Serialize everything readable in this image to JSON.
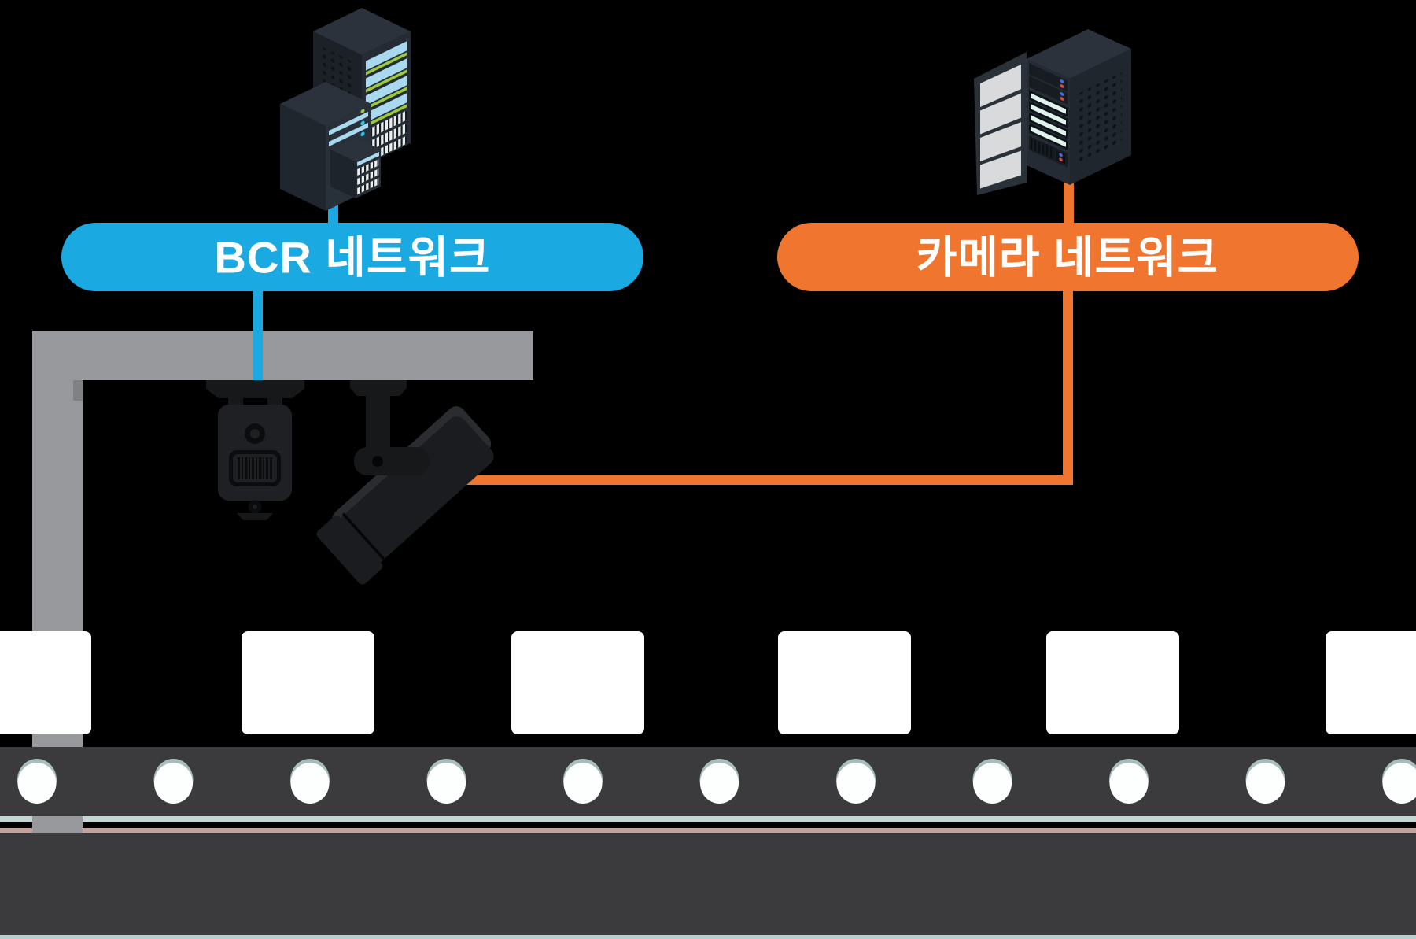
{
  "background": "#000000",
  "labels": {
    "bcr_network": "BCR 네트워크",
    "camera_network": "카메라 네트워크"
  },
  "colors": {
    "bcr_network": "#1BA9E2",
    "camera_network": "#F0762F",
    "frame_gray": "#97999C",
    "conveyor_dark": "#3B3B3D",
    "box_white": "#FFFFFF",
    "stripe_light": "#C2D6D4",
    "stripe_pink": "#C7A29D",
    "bottom_edge": "#B9CFCE"
  },
  "diagram": {
    "nodes": [
      {
        "id": "bcr-server",
        "kind": "server-rack-cluster"
      },
      {
        "id": "camera-server",
        "kind": "server-cabinet-open-door"
      },
      {
        "id": "barcode-reader",
        "kind": "fixed-mount-barcode-reader"
      },
      {
        "id": "cctv-camera",
        "kind": "industrial-camera"
      },
      {
        "id": "conveyor",
        "kind": "belt-conveyor",
        "box_count": 6,
        "roller_count": 11
      }
    ],
    "connections": [
      {
        "from": "bcr-server",
        "via": "BCR 네트워크",
        "to": "barcode-reader",
        "color": "#1BA9E2"
      },
      {
        "from": "camera-server",
        "via": "카메라 네트워크",
        "to": "cctv-camera",
        "color": "#F0762F"
      }
    ]
  }
}
